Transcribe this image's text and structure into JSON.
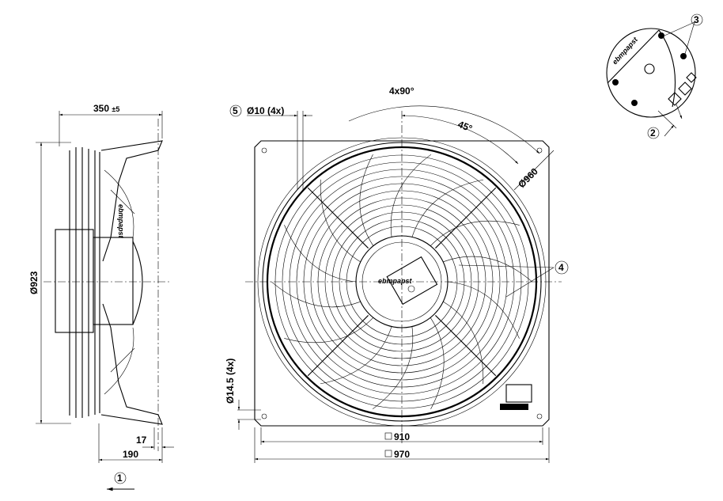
{
  "side_view": {
    "width_dim": "350",
    "width_tol": "±5",
    "diameter_dim": "Ø923",
    "offset_dim": "17",
    "depth_dim": "190",
    "airflow_callout": "1",
    "logo": "ebmpapst"
  },
  "front_view": {
    "hole_callout_num": "5",
    "hole_dim": "Ø10 (4x)",
    "angle_pattern": "4x90°",
    "angle_offset": "45°",
    "bolt_circle": "Ø960",
    "guard_callout": "4",
    "slot_dim": "Ø14.5 (4x)",
    "inner_square": "910",
    "outer_square": "970",
    "logo": "ebmpapst"
  },
  "detail_view": {
    "callout_screws": "3",
    "callout_cable": "2",
    "logo": "ebmpapst"
  }
}
